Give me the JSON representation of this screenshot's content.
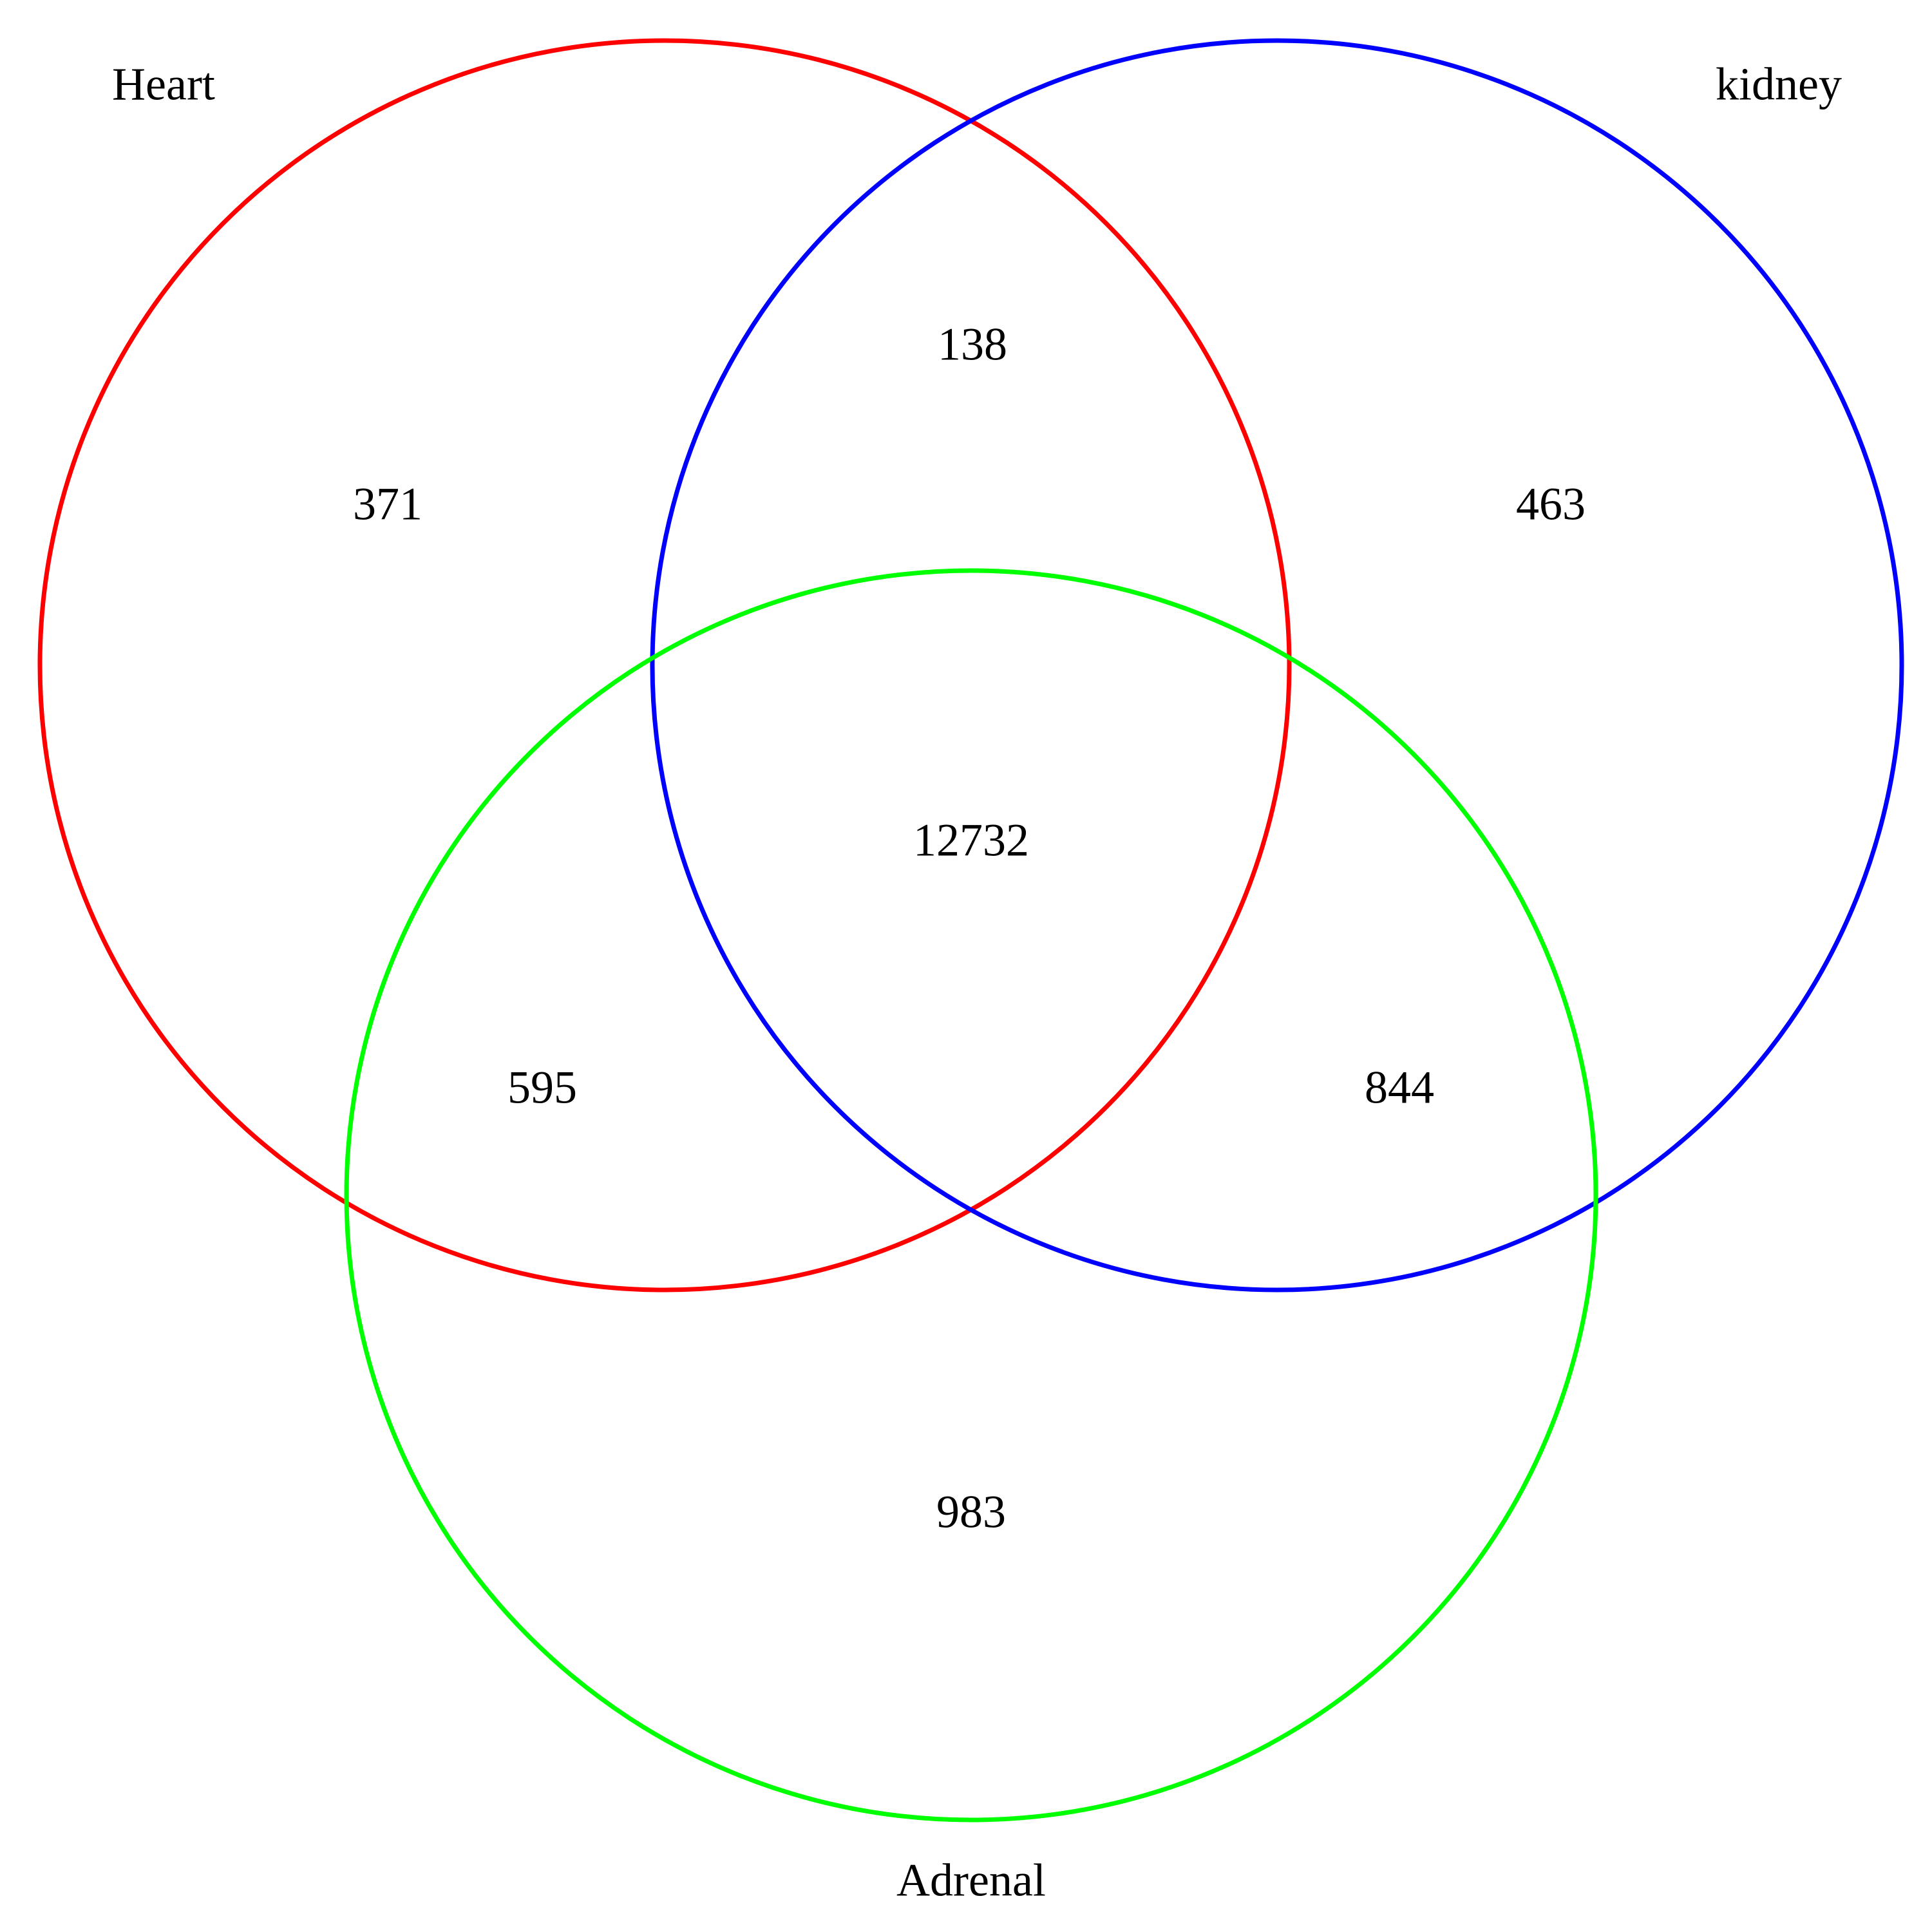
{
  "sets": [
    {
      "id": "heart",
      "label": "Heart",
      "color": "#ff0000"
    },
    {
      "id": "kidney",
      "label": "kidney",
      "color": "#0000ff"
    },
    {
      "id": "adrenal",
      "label": "Adrenal",
      "color": "#00ff00"
    }
  ],
  "regions": {
    "heart_only": "371",
    "kidney_only": "463",
    "adrenal_only": "983",
    "heart_kidney": "138",
    "heart_adrenal": "595",
    "kidney_adrenal": "844",
    "all_three": "12732"
  }
}
